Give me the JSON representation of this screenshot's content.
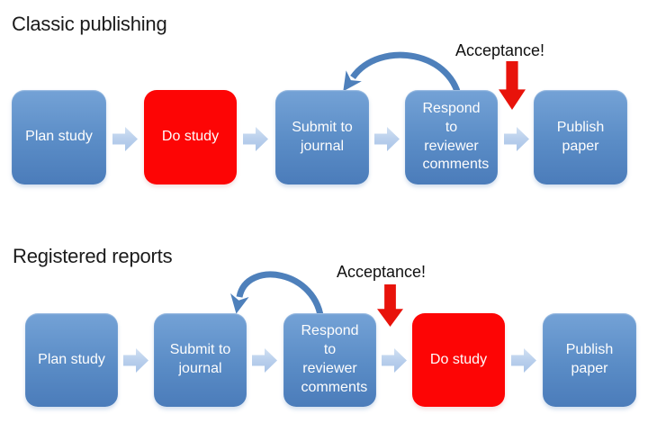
{
  "sections": [
    {
      "title": "Classic publishing",
      "acceptance_label": "Acceptance!",
      "boxes": [
        {
          "label": "Plan study"
        },
        {
          "label": "Do study"
        },
        {
          "label": "Submit to journal"
        },
        {
          "label": "Respond to reviewer comments"
        },
        {
          "label": "Publish paper"
        }
      ]
    },
    {
      "title": "Registered reports",
      "acceptance_label": "Acceptance!",
      "boxes": [
        {
          "label": "Plan study"
        },
        {
          "label": "Submit to journal"
        },
        {
          "label": "Respond to reviewer comments"
        },
        {
          "label": "Do study"
        },
        {
          "label": "Publish paper"
        }
      ]
    }
  ],
  "colors": {
    "box_blue_top": "#74a2d6",
    "box_blue_bottom": "#4b7cba",
    "box_red": "#fd0505",
    "connector_arrow": "#b9cfec",
    "loop_arrow": "#4e80bb",
    "acceptance_arrow": "#e8130b",
    "title_text": "#1b1b1b",
    "box_text": "#ffffff",
    "background": "#ffffff"
  }
}
